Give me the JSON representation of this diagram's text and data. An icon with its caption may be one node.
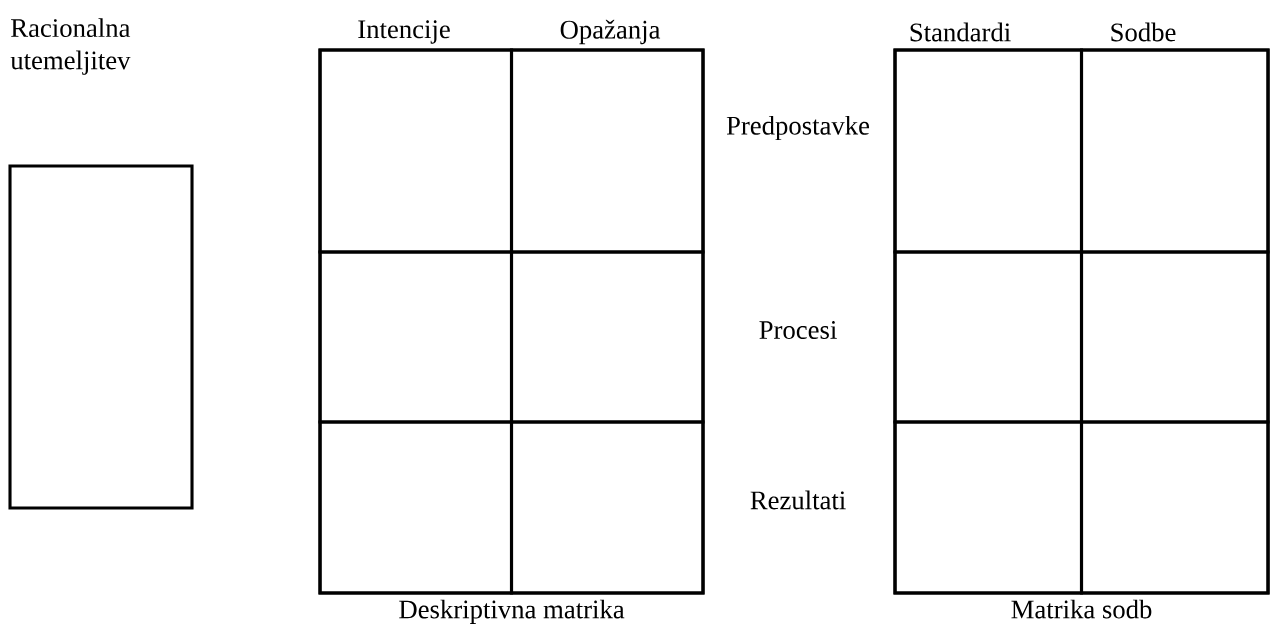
{
  "diagram": {
    "nodes": [
      {
        "text": [
          "Racionalna utemeljitev"
        ]
      },
      {
        "text": [
          "Deskriptivna matrika"
        ]
      },
      {
        "text": [],
        "shape": "box",
        "in": 1
      },
      {
        "text": [],
        "shape": "box",
        "in": 1
      },
      {
        "text": [],
        "shape": "box",
        "in": 1
      },
      {
        "text": [],
        "shape": "box",
        "in": 1
      },
      {
        "text": [],
        "shape": "box",
        "in": 1
      },
      {
        "text": [],
        "shape": "box",
        "in": 1
      },
      {
        "text": [
          "Matrika sodb"
        ]
      },
      {
        "text": [],
        "shape": "box",
        "in": 8
      },
      {
        "text": [],
        "shape": "box",
        "in": 8
      },
      {
        "text": [],
        "shape": "box",
        "in": 8
      },
      {
        "text": [],
        "shape": "box",
        "in": 8
      },
      {
        "text": [],
        "shape": "box",
        "in": 8
      },
      {
        "text": [],
        "shape": "box",
        "in": 8
      }
    ],
    "labels": [
      "Intencije",
      "Opažanja",
      "Standardi",
      "Sodbe",
      "Predpostavke",
      "Procesi",
      "Rezultati"
    ]
  }
}
